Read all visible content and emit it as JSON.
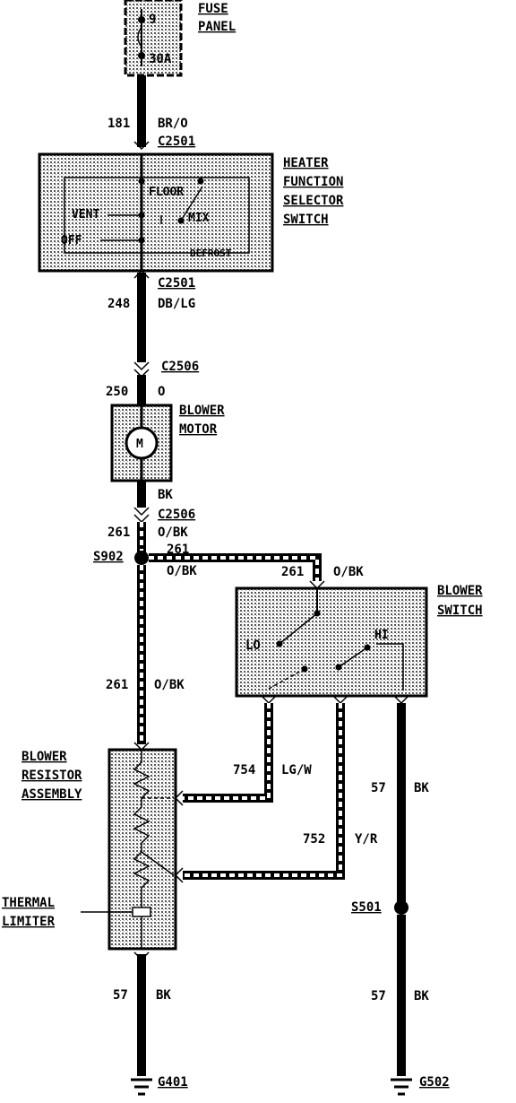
{
  "fuse_panel": {
    "title_line1": "FUSE",
    "title_line2": "PANEL",
    "fuse_number": "9",
    "fuse_rating": "30A"
  },
  "circuits": {
    "c181": {
      "number": "181",
      "color": "BR/O"
    },
    "c248": {
      "number": "248",
      "color": "DB/LG"
    },
    "c250": {
      "number": "250",
      "color": "O"
    },
    "motor_out": {
      "color": "BK"
    },
    "c261_top": {
      "number": "261",
      "color": "O/BK"
    },
    "c261_branch": {
      "number": "261",
      "color": "O/BK"
    },
    "c261_switch": {
      "number": "261",
      "color": "O/BK"
    },
    "c261_mid": {
      "number": "261",
      "color": "O/BK"
    },
    "c754": {
      "number": "754",
      "color": "LG/W"
    },
    "c752": {
      "number": "752",
      "color": "Y/R"
    },
    "c57_switch": {
      "number": "57",
      "color": "BK"
    },
    "c57_resistor": {
      "number": "57",
      "color": "BK"
    },
    "c57_ground": {
      "number": "57",
      "color": "BK"
    }
  },
  "connectors": {
    "c2501_top": "C2501",
    "c2501_bottom": "C2501",
    "c2506_top": "C2506",
    "c2506_bottom": "C2506"
  },
  "splices": {
    "s902": "S902",
    "s501": "S501"
  },
  "grounds": {
    "g401": "G401",
    "g502": "G502"
  },
  "heater_switch": {
    "title_line1": "HEATER",
    "title_line2": "FUNCTION",
    "title_line3": "SELECTOR",
    "title_line4": "SWITCH",
    "pos_floor": "FLOOR",
    "pos_vent": "VENT",
    "pos_mix": "MIX",
    "pos_off": "OFF",
    "pos_defrost": "DEFROST"
  },
  "blower_motor": {
    "title_line1": "BLOWER",
    "title_line2": "MOTOR",
    "symbol": "M"
  },
  "blower_switch": {
    "title_line1": "BLOWER",
    "title_line2": "SWITCH",
    "pos_lo": "LO",
    "pos_hi": "HI"
  },
  "resistor_assembly": {
    "title_line1": "BLOWER",
    "title_line2": "RESISTOR",
    "title_line3": "ASSEMBLY"
  },
  "thermal_limiter": {
    "title_line1": "THERMAL",
    "title_line2": "LIMITER"
  }
}
